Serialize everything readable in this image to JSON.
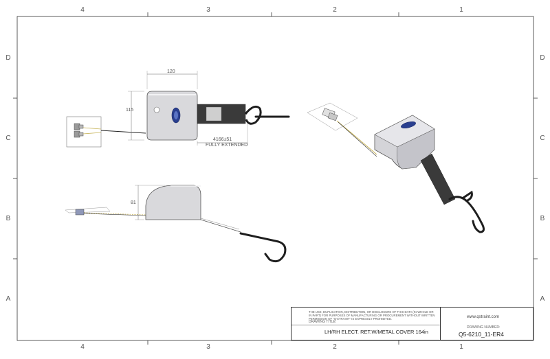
{
  "zones": {
    "columns": [
      "4",
      "3",
      "2",
      "1"
    ],
    "rows": [
      "D",
      "C",
      "B",
      "A"
    ]
  },
  "dimensions": {
    "width": "120",
    "height": "115",
    "extension": "4166±51",
    "extension_note": "FULLY EXTENDED",
    "side_height": "81"
  },
  "title_block": {
    "notice": "THE USE, DUPLICATION, DISTRIBUTION, OR DISCLOSURE OF THIS DATA (IN WHOLE OR IN PART) FOR PURPOSES OF MANUFACTURING OR PROCUREMENT WITHOUT WRITTEN PERMISSION OF \"Q'STRAINT\" IS EXPRESSLY PROHIBITED.",
    "drawing_title_label": "DRAWING TITLE:",
    "drawing_title": "LH/RH ELECT. RET.W/METAL COVER 164in",
    "website": "www.qstraint.com",
    "drawing_number_label": "DRAWING NUMBER:",
    "drawing_number": "Q5-6210_11-ER4"
  },
  "colors": {
    "border": "#333333",
    "housing": "#d9d9dc",
    "strap": "#3a3a3a",
    "hook": "#1e1e1e",
    "wire": "#c8b45a",
    "logo": "#2a3f8f"
  }
}
